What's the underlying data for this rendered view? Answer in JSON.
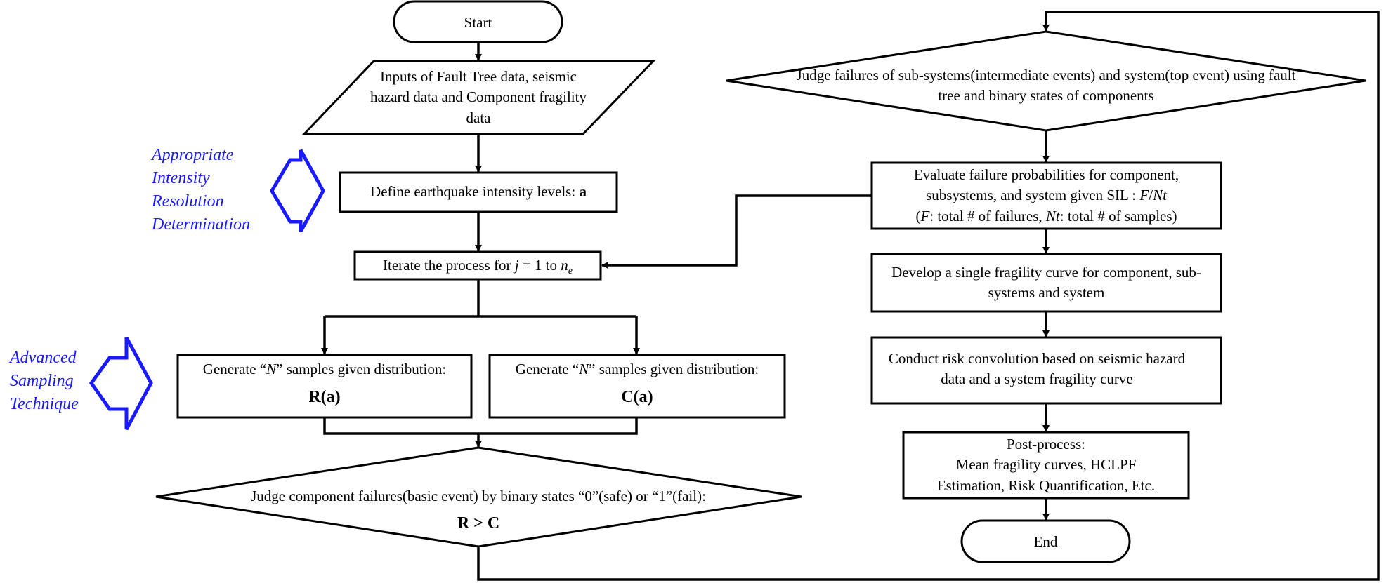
{
  "nodes": {
    "start": "Start",
    "inputs": "Inputs of Fault Tree data, seismic hazard data and Component fragility data",
    "define": "Define earthquake intensity levels:",
    "define_var": "a",
    "iterate": "Iterate the process for",
    "iterate_j": "j",
    "iterate_eq": "= 1 to",
    "iterate_n": "n",
    "iterate_sub": "e",
    "gen_left_pre": "Generate “",
    "gen_N": "N",
    "gen_left_post": "” samples given distribution:",
    "gen_left_dist": "R(a)",
    "gen_right_dist": "C(a)",
    "judge_comp": "Judge component failures(basic event) by binary states “0”(safe) or “1”(fail):",
    "judge_comp_cond": "R > C",
    "judge_sys": "Judge failures of sub-systems(intermediate events) and system(top event) using fault tree and binary states of components",
    "evaluate_l1a": "Evaluate failure probabilities for component,",
    "evaluate_l2a": "subsystems, and system given SIL :",
    "evaluate_l2F": "F",
    "evaluate_l2sep": "/",
    "evaluate_l2Nt": "Nt",
    "evaluate_l3open": "(",
    "evaluate_l3F": "F",
    "evaluate_l3mid": ": total # of failures,",
    "evaluate_l3Nt": "Nt",
    "evaluate_l3end": ": total # of samples)",
    "develop": "Develop a single fragility curve for component, sub-systems and system",
    "conduct": "Conduct risk convolution based on seismic hazard data and a system fragility curve",
    "post_title": "Post-process:",
    "post_body": "Mean fragility curves, HCLPF Estimation, Risk Quantification, Etc.",
    "end": "End"
  },
  "annotations": {
    "intensity": [
      "Appropriate",
      "Intensity",
      "Resolution",
      "Determination"
    ],
    "sampling": [
      "Advanced",
      "Sampling",
      "Technique"
    ]
  },
  "colors": {
    "annotation": "#1a1aff",
    "line": "#000000"
  }
}
